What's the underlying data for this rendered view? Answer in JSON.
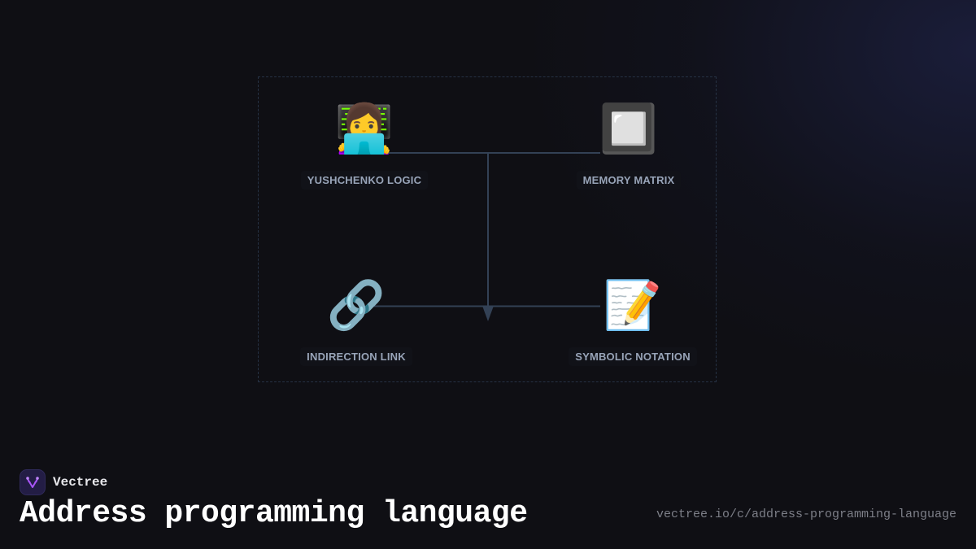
{
  "diagram": {
    "nodes": [
      {
        "id": "yushchenko-logic",
        "label": "YUSHCHENKO LOGIC",
        "icon": "woman-technologist-emoji",
        "glyph": "👩‍💻"
      },
      {
        "id": "memory-matrix",
        "label": "MEMORY MATRIX",
        "icon": "black-square-button-emoji",
        "glyph": "🔲"
      },
      {
        "id": "indirection-link",
        "label": "INDIRECTION LINK",
        "icon": "link-emoji",
        "glyph": "🔗"
      },
      {
        "id": "symbolic-notation",
        "label": "SYMBOLIC NOTATION",
        "icon": "memo-emoji",
        "glyph": "📝"
      }
    ],
    "edges": [
      {
        "from": "yushchenko-logic",
        "to": "memory-matrix",
        "style": "line"
      },
      {
        "from": "indirection-link",
        "to": "symbolic-notation",
        "style": "line"
      },
      {
        "from": "top-connector",
        "to": "bottom-connector",
        "style": "arrow-down"
      }
    ],
    "colors": {
      "edge": "#334155",
      "frame": "#263244",
      "label": "#98a4b8"
    }
  },
  "footer": {
    "brand": "Vectree",
    "title": "Address programming language",
    "url": "vectree.io/c/address-programming-language",
    "logo_color": "#a855f7"
  }
}
